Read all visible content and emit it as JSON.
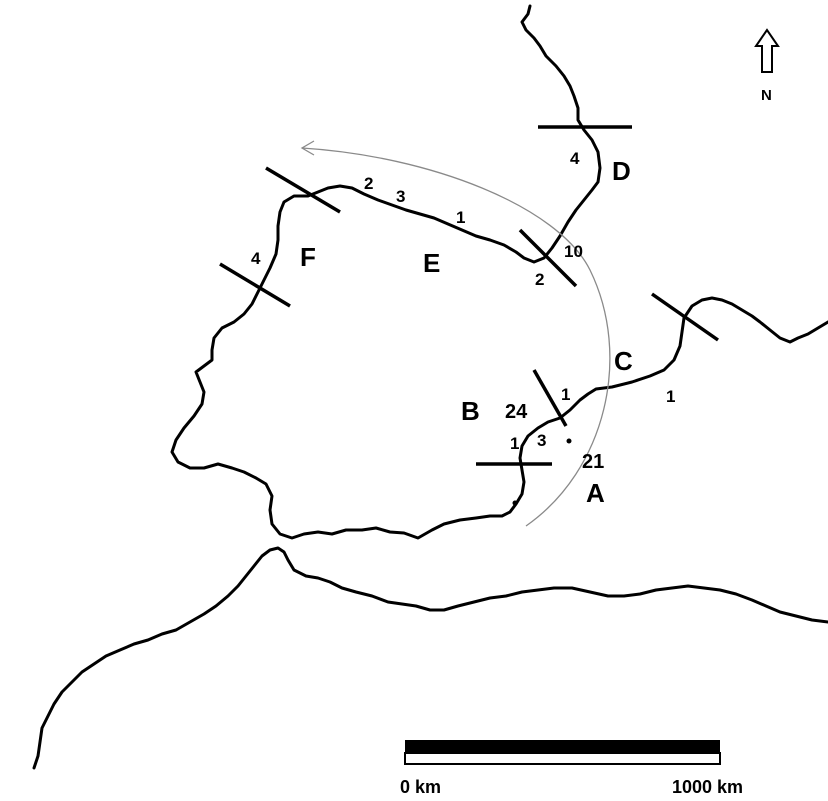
{
  "north_arrow": {
    "label": "N",
    "icon": "north-arrow-icon"
  },
  "scale_bar": {
    "start_label": "0 km",
    "end_label": "1000 km"
  },
  "regions": [
    {
      "id": "A",
      "label": "A"
    },
    {
      "id": "B",
      "label": "B"
    },
    {
      "id": "C",
      "label": "C"
    },
    {
      "id": "D",
      "label": "D"
    },
    {
      "id": "E",
      "label": "E"
    },
    {
      "id": "F",
      "label": "F"
    }
  ],
  "counts": {
    "d_4": "4",
    "e_2": "2",
    "e_3": "3",
    "e_1": "1",
    "de_10": "10",
    "de_2": "2",
    "f_4": "4",
    "bc_1": "1",
    "c_1": "1",
    "b_24": "24",
    "b_1": "1",
    "b_3": "3",
    "a_21": "21"
  }
}
